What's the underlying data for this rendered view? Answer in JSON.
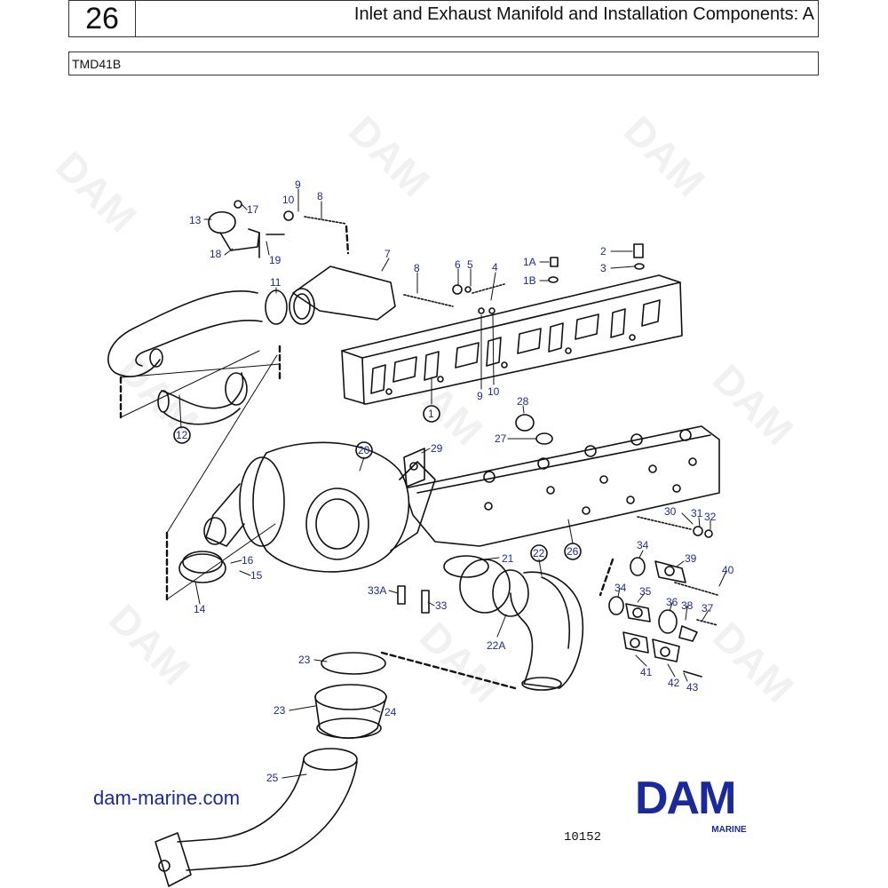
{
  "header": {
    "section_number": "26",
    "title": "Inlet and Exhaust Manifold and Installation Components: A",
    "model": "TMD41B"
  },
  "watermark": "DAM",
  "footer": {
    "website": "dam-marine.com",
    "drawing_number": "10152",
    "logo_word": "DAM",
    "logo_sub": "MARINE"
  },
  "colors": {
    "brand_blue": "#1a2a9c",
    "line": "#111111"
  },
  "part_labels": [
    {
      "text": "9",
      "circled": false
    },
    {
      "text": "10",
      "circled": false
    },
    {
      "text": "8",
      "circled": false
    },
    {
      "text": "13",
      "circled": false
    },
    {
      "text": "17",
      "circled": false
    },
    {
      "text": "18",
      "circled": false
    },
    {
      "text": "19",
      "circled": false
    },
    {
      "text": "11",
      "circled": false
    },
    {
      "text": "7",
      "circled": false
    },
    {
      "text": "8",
      "circled": false
    },
    {
      "text": "6",
      "circled": false
    },
    {
      "text": "5",
      "circled": false
    },
    {
      "text": "4",
      "circled": false
    },
    {
      "text": "1A",
      "circled": false
    },
    {
      "text": "1B",
      "circled": false
    },
    {
      "text": "2",
      "circled": false
    },
    {
      "text": "3",
      "circled": false
    },
    {
      "text": "9",
      "circled": false
    },
    {
      "text": "10",
      "circled": false
    },
    {
      "text": "1",
      "circled": true
    },
    {
      "text": "12",
      "circled": true
    },
    {
      "text": "28",
      "circled": false
    },
    {
      "text": "27",
      "circled": false
    },
    {
      "text": "20",
      "circled": true
    },
    {
      "text": "29",
      "circled": false
    },
    {
      "text": "30",
      "circled": false
    },
    {
      "text": "31",
      "circled": false
    },
    {
      "text": "32",
      "circled": false
    },
    {
      "text": "26",
      "circled": true
    },
    {
      "text": "22",
      "circled": true
    },
    {
      "text": "21",
      "circled": false
    },
    {
      "text": "16",
      "circled": false
    },
    {
      "text": "15",
      "circled": false
    },
    {
      "text": "14",
      "circled": false
    },
    {
      "text": "33A",
      "circled": false
    },
    {
      "text": "33",
      "circled": false
    },
    {
      "text": "22A",
      "circled": false
    },
    {
      "text": "34",
      "circled": false
    },
    {
      "text": "39",
      "circled": false
    },
    {
      "text": "40",
      "circled": false
    },
    {
      "text": "34",
      "circled": false
    },
    {
      "text": "35",
      "circled": false
    },
    {
      "text": "36",
      "circled": false
    },
    {
      "text": "38",
      "circled": false
    },
    {
      "text": "37",
      "circled": false
    },
    {
      "text": "41",
      "circled": false
    },
    {
      "text": "42",
      "circled": false
    },
    {
      "text": "43",
      "circled": false
    },
    {
      "text": "23",
      "circled": false
    },
    {
      "text": "23",
      "circled": false
    },
    {
      "text": "24",
      "circled": false
    },
    {
      "text": "25",
      "circled": false
    }
  ]
}
